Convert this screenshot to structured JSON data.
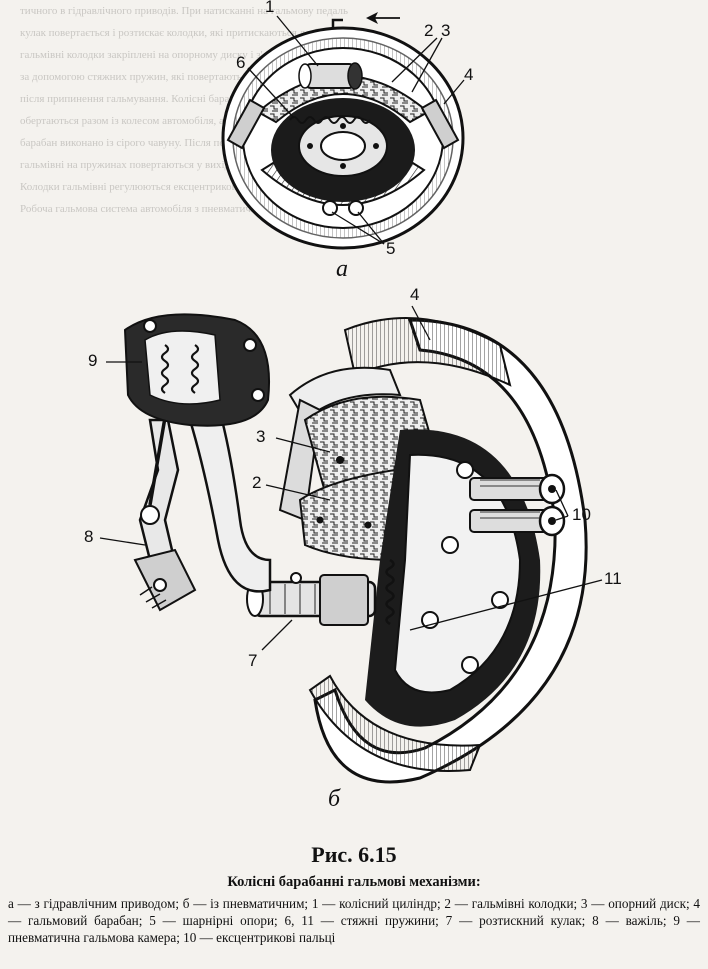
{
  "figure": {
    "title": "Рис. 6.15",
    "subtitle": "Колісні барабанні гальмові механізми:",
    "legend": "а — з гідравлічним приводом; б — із пневматичним; 1 — колісний циліндр; 2 — гальмівні колодки; 3 — опорний диск; 4 — гальмовий барабан; 5 — шарнірні опори; 6, 11 — стяжні пружини; 7 — розтискний кулак; 8 — важіль; 9 — пневматична гальмова камера; 10 — ексцентрикові пальці",
    "panel_a": {
      "letter": "а",
      "labels": [
        "1",
        "2",
        "3",
        "4",
        "5",
        "6"
      ]
    },
    "panel_b": {
      "letter": "б",
      "labels": [
        "4",
        "9",
        "3",
        "2",
        "10",
        "8",
        "11",
        "7"
      ]
    }
  },
  "background_text": [
    "тичного в гідравлічного приводів. При натисканні на гальмову педаль",
    "кулак повертається і розтискає колодки, які притискаються до барабана.",
    "гальмівні колодки закріплені на опорному диску і з'єднані між собою",
    "за допомогою стяжних пружин, які повертають колодки у вихідне положення",
    "після припинення гальмування. Колісні барабанні гальмові механізми",
    "обертаються разом із колесом автомобіля, а колодки залишаються нерухомими",
    "барабан виконано із сірого чавуну. Після повернення кулака колодки",
    "гальмівні на пружинах повертаються у вихідне положення.",
    "Колодки гальмівні регулюються ексцентриковими пальцями",
    "Робоча гальмова система автомобіля з пневматичним приводом"
  ]
}
